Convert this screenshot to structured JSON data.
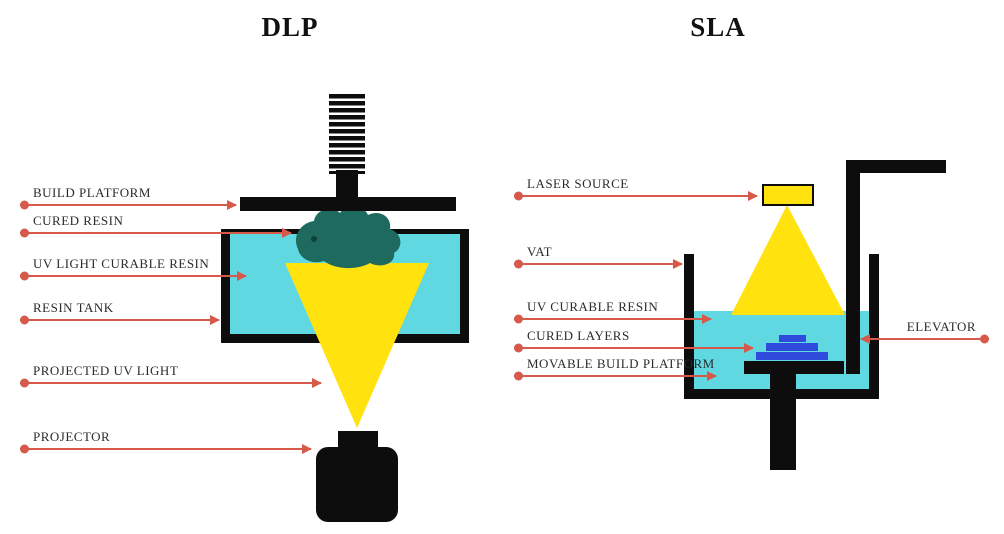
{
  "titles": {
    "left": "DLP",
    "right": "SLA"
  },
  "dlp": {
    "labels": [
      {
        "text": "BUILD PLATFORM"
      },
      {
        "text": "CURED RESIN"
      },
      {
        "text": "UV LIGHT CURABLE RESIN"
      },
      {
        "text": "RESIN TANK"
      },
      {
        "text": "PROJECTED UV LIGHT"
      },
      {
        "text": "PROJECTOR"
      }
    ]
  },
  "sla": {
    "labels": [
      {
        "text": "LASER SOURCE"
      },
      {
        "text": "VAT"
      },
      {
        "text": "UV CURABLE RESIN"
      },
      {
        "text": "CURED LAYERS"
      },
      {
        "text": "MOVABLE BUILD PLATFORM"
      },
      {
        "text": "ELEVATOR"
      }
    ]
  },
  "colors": {
    "arrow": "#d6594a",
    "resin": "#5fd8e2",
    "cured_resin": "#1f6a5e",
    "uv_light": "#ffe20e",
    "cured_layers": "#2e4bdb",
    "structure": "#0d0d0d"
  }
}
